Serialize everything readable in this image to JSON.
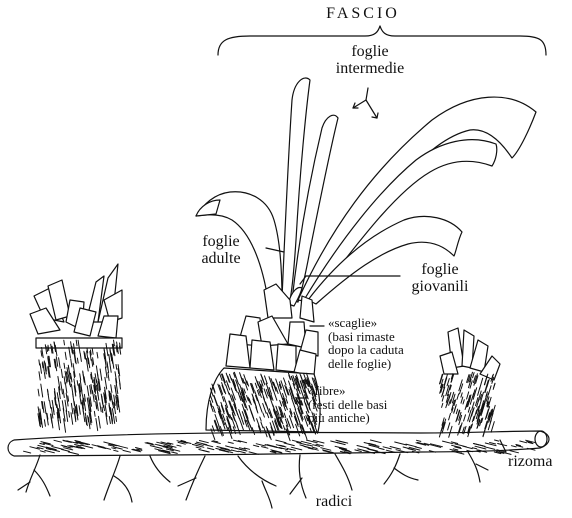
{
  "diagram": {
    "title": "FASCIO",
    "labels": {
      "intermediate_leaves": [
        "foglie",
        "intermedie"
      ],
      "adult_leaves": [
        "foglie",
        "adulte"
      ],
      "young_leaves": [
        "foglie",
        "giovanili"
      ],
      "scales": [
        "«scaglie»",
        "(basi rimaste",
        "dopo la caduta",
        "delle foglie)"
      ],
      "fibres": [
        "«fibre»",
        "(resti delle basi",
        "più antiche)"
      ],
      "rhizome": "rizoma",
      "roots": "radici"
    },
    "colors": {
      "ink": "#111111",
      "paper": "#ffffff"
    }
  }
}
